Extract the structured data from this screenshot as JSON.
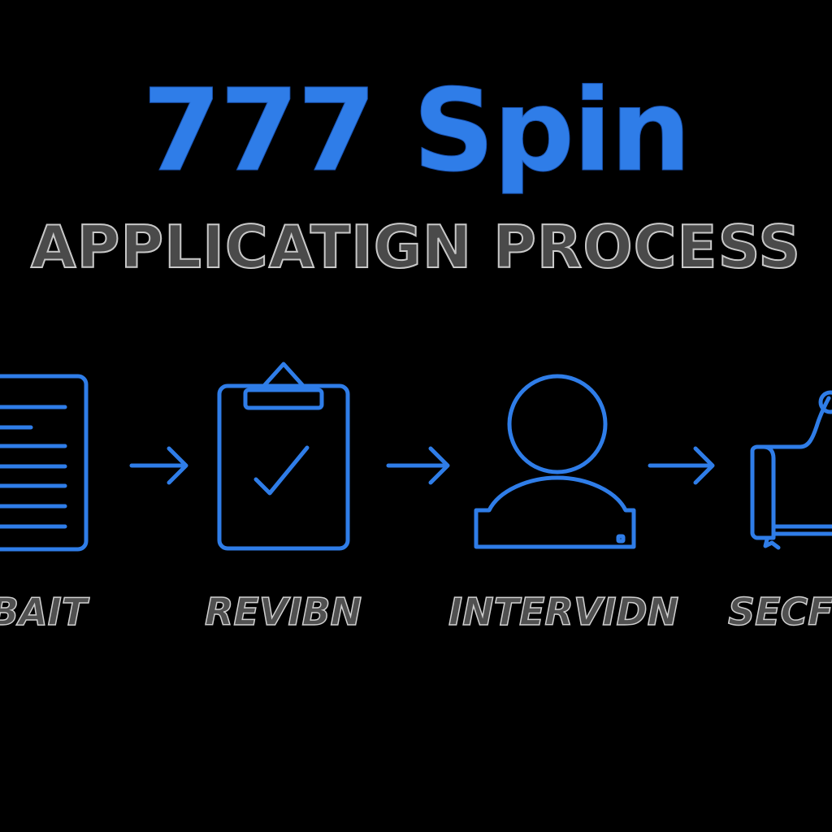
{
  "title": "777 Spin",
  "subtitle": "APPLICATIGN PROCESS",
  "colors": {
    "background": "#000000",
    "accent": "#2f7de8",
    "text_gray": "#4a4a4a",
    "text_outline": "#c8c8c8"
  },
  "steps": [
    {
      "label": "BAIT",
      "icon": "document-icon"
    },
    {
      "label": "REVIBN",
      "icon": "clipboard-check-icon"
    },
    {
      "label": "INTERVIDN",
      "icon": "user-icon"
    },
    {
      "label": "SECFI",
      "icon": "handshake-icon"
    }
  ],
  "connectors": [
    "arrow-right-icon",
    "arrow-right-icon",
    "arrow-right-icon"
  ]
}
